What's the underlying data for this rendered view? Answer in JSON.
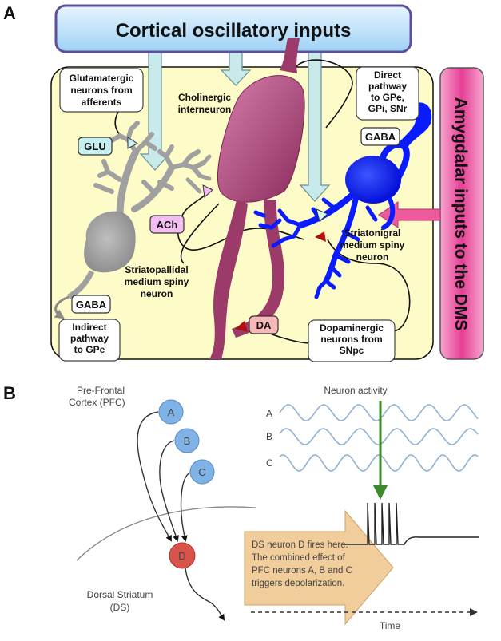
{
  "panel_a": {
    "label": "A",
    "title": "Cortical oscillatory inputs",
    "amygdala": "Amygdalar inputs to the DMS",
    "glutamatergic": [
      "Glutamatergic",
      "neurons from",
      "afferents"
    ],
    "cholinergic": [
      "Cholinergic",
      "interneuron"
    ],
    "direct": [
      "Direct",
      "pathway",
      "to GPe,",
      "GPi, SNr"
    ],
    "glu_tag": "GLU",
    "gaba_top_tag": "GABA",
    "ach_tag": "ACh",
    "gaba_bottom_tag": "GABA",
    "da_tag": "DA",
    "striatonigral": [
      "Striatonigral",
      "medium spiny",
      "neuron"
    ],
    "striatopallidal": [
      "Striatopallidal",
      "medium spiny",
      "neuron"
    ],
    "indirect": [
      "Indirect",
      "pathway",
      "to GPe"
    ],
    "dopaminergic": [
      "Dopaminergic",
      "neurons from",
      "SNpc"
    ],
    "colors": {
      "title_fill": "#bfe3fb",
      "title_border": "#5c4f9c",
      "amygdala_fill": "#ee5aa4",
      "background": "#fdfbc8",
      "cholinergic_neuron": "#a03c6e",
      "striatonigral_neuron": "#0a1bff",
      "striatopallidal_neuron": "#a0a0a0",
      "cortical_arrow": "#c8eaea",
      "amygdala_arrow": "#ef5a9c"
    }
  },
  "panel_b": {
    "label": "B",
    "pfc": [
      "Pre-Frontal",
      "Cortex (PFC)"
    ],
    "neuron_activity": "Neuron activity",
    "nodes": [
      "A",
      "B",
      "C",
      "D"
    ],
    "wave_labels": [
      "A",
      "B",
      "C"
    ],
    "striatum": [
      "Dorsal Striatum",
      "(DS)"
    ],
    "callout": [
      "DS neuron D fires here.",
      "The combined effect of",
      "PFC neurons A, B and C",
      "triggers depolarization."
    ],
    "time": "Time",
    "colors": {
      "pfc_node": "#7fb3e8",
      "striatum_node": "#d8544a",
      "wave": "#8fb1d4",
      "green_arrow": "#3d8a2a",
      "callout_fill": "#f0cd9a"
    }
  }
}
